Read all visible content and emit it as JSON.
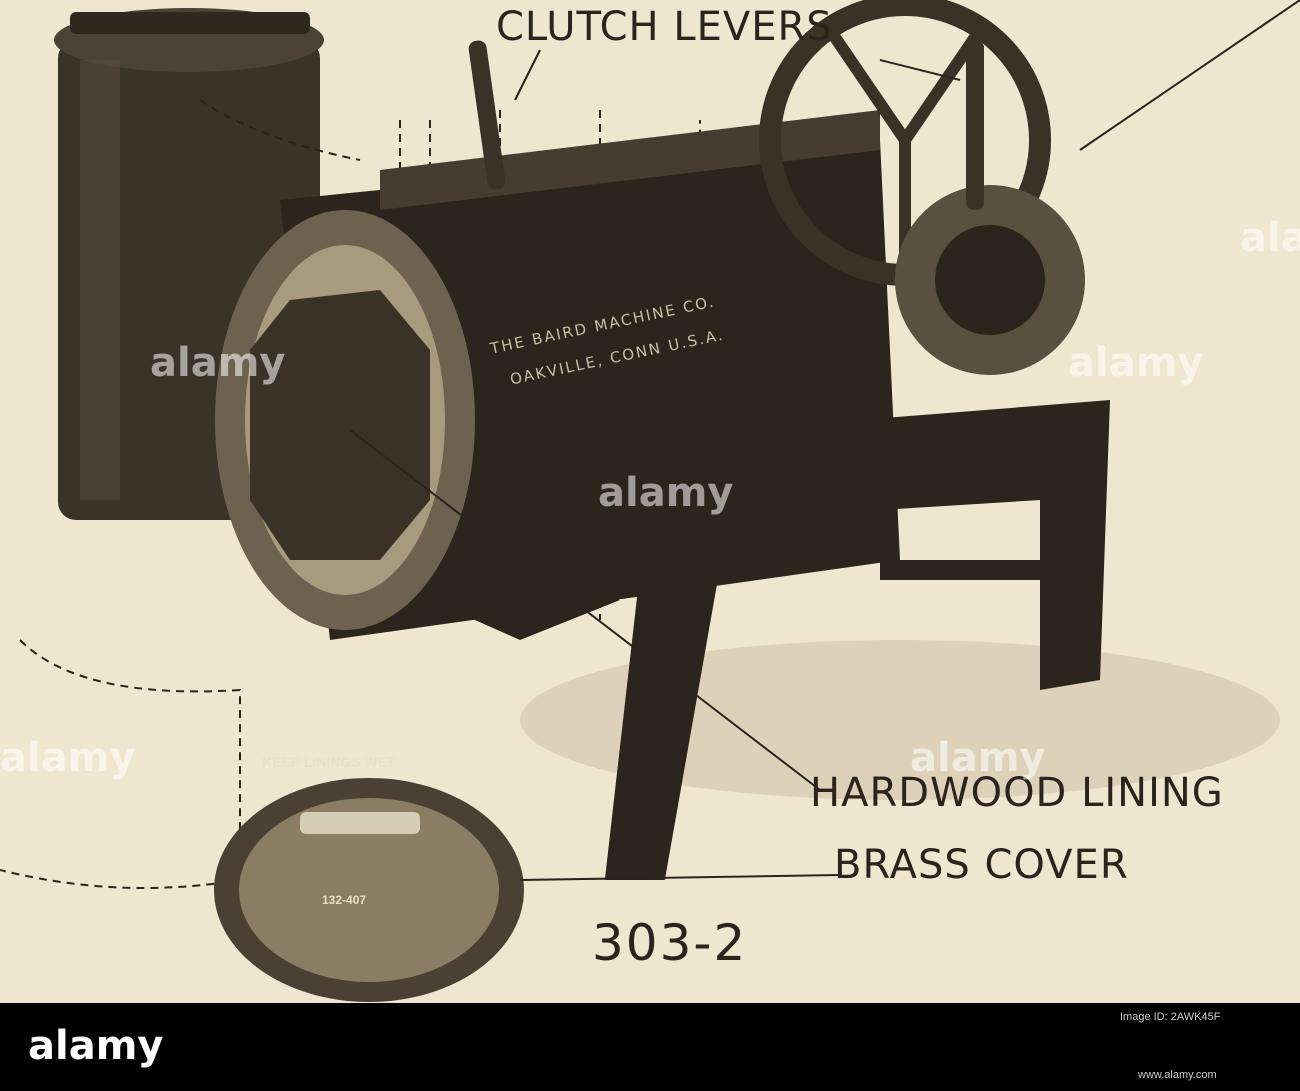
{
  "labels": {
    "clutch_levers": "CLUTCH LEVERS",
    "hardwood_lining": "HARDWOOD LINING",
    "brass_cover": "BRASS COVER",
    "model_number": "303-2"
  },
  "cover": {
    "line1": "KEEP LININGS WET",
    "line2": "132-407"
  },
  "plate": {
    "line1": "THE BAIRD MACHINE CO.",
    "line2": "OAKVILLE, CONN U.S.A."
  },
  "watermark": {
    "text": "alamy"
  },
  "footer": {
    "logo": "alamy",
    "image_id": "Image ID: 2AWK45F",
    "url": "www.alamy.com"
  },
  "colors": {
    "paper": "#efe6cf",
    "ink": "#2a241c",
    "footer": "#000000"
  }
}
